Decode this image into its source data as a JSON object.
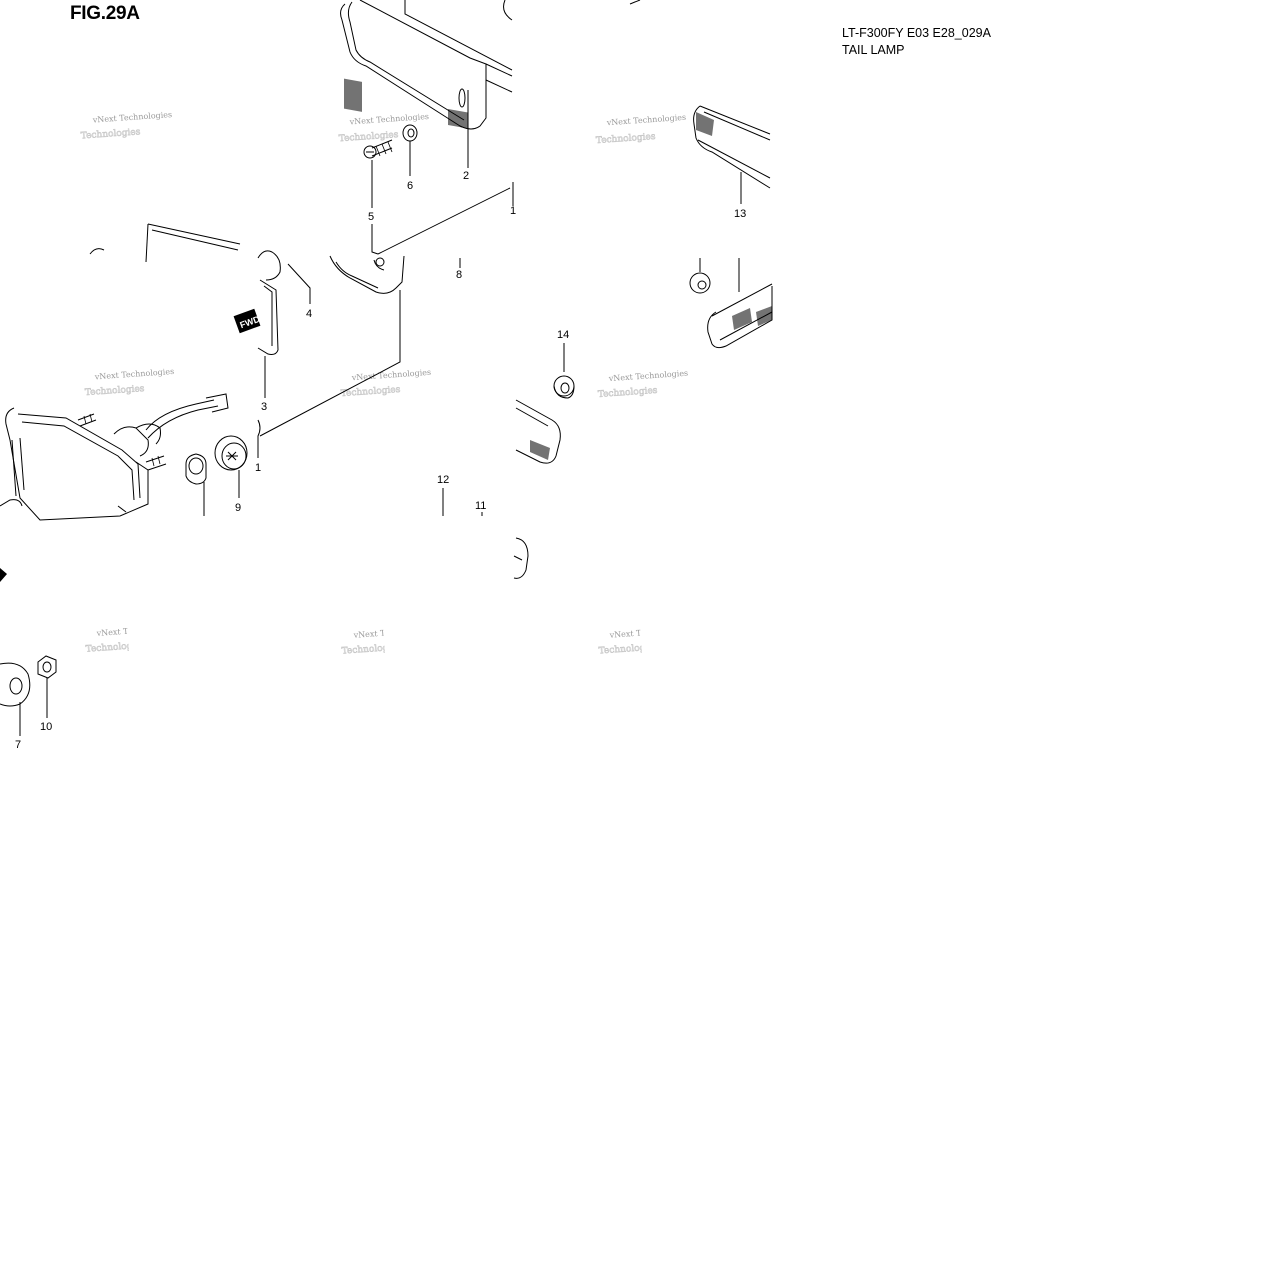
{
  "figure": {
    "id": "FIG.29A",
    "model_code": "LT-F300FY E03 E28_029A",
    "section_name": "TAIL LAMP"
  },
  "watermark": {
    "line1": "vNext Technologies",
    "line2": "Technologies"
  },
  "labels": {
    "fwd": "FWD"
  },
  "callouts": [
    {
      "id": "c1a",
      "text": "1"
    },
    {
      "id": "c1b",
      "text": "1"
    },
    {
      "id": "c2",
      "text": "2"
    },
    {
      "id": "c3",
      "text": "3"
    },
    {
      "id": "c4",
      "text": "4"
    },
    {
      "id": "c5",
      "text": "5"
    },
    {
      "id": "c6",
      "text": "6"
    },
    {
      "id": "c7",
      "text": "7"
    },
    {
      "id": "c8",
      "text": "8"
    },
    {
      "id": "c9",
      "text": "9"
    },
    {
      "id": "c10",
      "text": "10"
    },
    {
      "id": "c11",
      "text": "11"
    },
    {
      "id": "c12",
      "text": "12"
    },
    {
      "id": "c13",
      "text": "13"
    },
    {
      "id": "c14",
      "text": "14"
    }
  ]
}
